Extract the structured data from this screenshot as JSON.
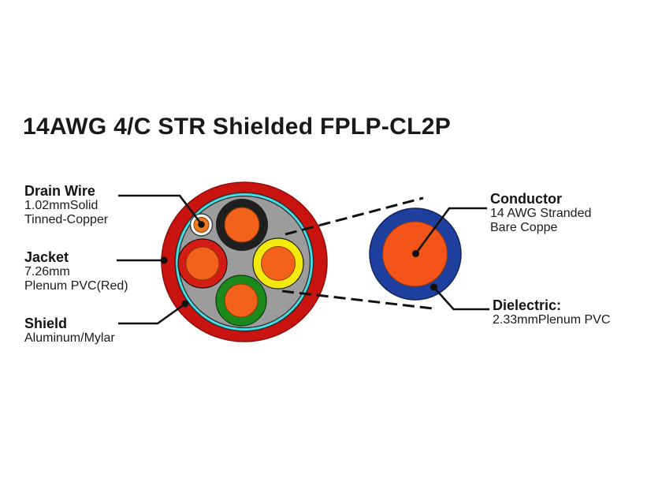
{
  "title": "14AWG 4/C STR Shielded FPLP-CL2P",
  "callouts": {
    "drain_wire": {
      "heading": "Drain Wire",
      "line1": "1.02mmSolid",
      "line2": "Tinned-Copper"
    },
    "jacket": {
      "heading": "Jacket",
      "line1": "7.26mm",
      "line2": "Plenum PVC(Red)"
    },
    "shield": {
      "heading": "Shield",
      "line1": "Aluminum/Mylar"
    },
    "conductor": {
      "heading": "Conductor",
      "line1": "14 AWG Stranded",
      "line2": "Bare Coppe"
    },
    "dielectric": {
      "heading": "Dielectric:",
      "line1": "2.33mmPlenum PVC"
    }
  },
  "colors": {
    "jacket_red": "#c8130f",
    "shield_cyan": "#45e0e6",
    "filler_gray": "#9c9c9c",
    "insulation_black": "#1f1f1f",
    "insulation_red": "#d41c15",
    "insulation_yellow": "#f2ea0f",
    "insulation_green": "#1c891c",
    "conductor_orange": "#f2621b",
    "drain_white": "#ffffff",
    "drain_orange": "#ee7a1d",
    "dielectric_blue": "#1e3f9e",
    "magnified_conductor_orange": "#f25419",
    "text": "#191919",
    "pointer_line": "#111111"
  }
}
